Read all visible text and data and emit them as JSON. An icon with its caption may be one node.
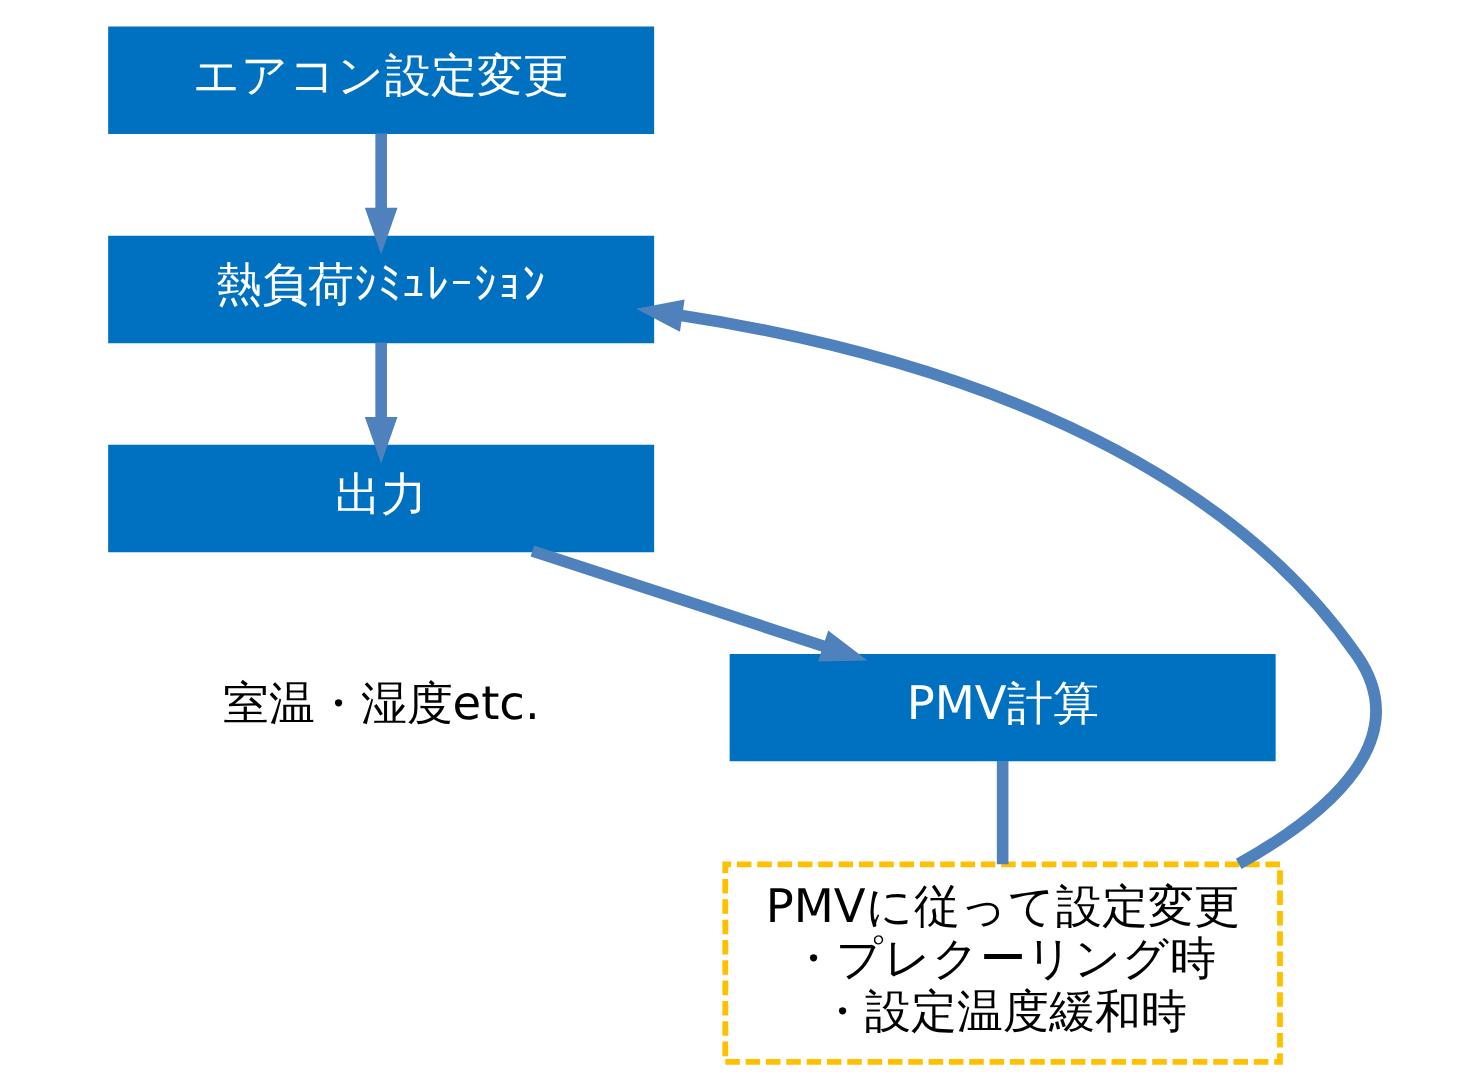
{
  "diagram": {
    "nodes": [
      {
        "text": [
          "エアコン設定変更"
        ]
      },
      {
        "text": [
          "熱負荷ｼﾐｭﾚｰｼｮﾝ"
        ]
      },
      {
        "text": [
          "出力"
        ],
        "beside": [
          "室温・湿度etc."
        ]
      },
      {
        "text": [
          "PMV計算"
        ]
      },
      {
        "text": [
          "PMVに従って設定変更",
          "・プレクーリング時",
          "・設定温度緩和時"
        ]
      }
    ],
    "edges": [
      {
        "from": 0,
        "to": 1,
        "arrow": "to"
      },
      {
        "from": 1,
        "to": 2,
        "arrow": "to"
      },
      {
        "from": 2,
        "to": 3,
        "arrow": "to"
      },
      {
        "from": 3,
        "to": 4,
        "arrow": "none"
      },
      {
        "from": 4,
        "to": 1,
        "arrow": "to"
      }
    ]
  }
}
